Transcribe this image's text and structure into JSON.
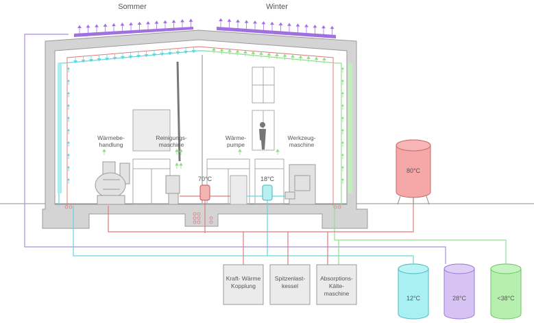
{
  "seasons": {
    "summer": "Sommer",
    "winter": "Winter"
  },
  "machines": {
    "heat_treatment": [
      "Wärmebe-",
      "handlung"
    ],
    "cleaning": [
      "Reinigungs-",
      "maschine"
    ],
    "heat_pump": [
      "Wärme-",
      "pumpe"
    ],
    "tool": [
      "Werkzeug-",
      "maschine"
    ]
  },
  "buffers": {
    "hot": "70°C",
    "cold": "18°C"
  },
  "supply_units": {
    "chp": [
      "Kraft- Wärme",
      "Kopplung"
    ],
    "peak_boiler": [
      "Spitzenlast-",
      "kessel"
    ],
    "absorption_chiller": [
      "Absorptions-",
      "Kälte-",
      "maschine"
    ]
  },
  "tanks": {
    "hot_storage": "80°C",
    "cold": "12°C",
    "mid": "28°C",
    "warm": "<38°C"
  },
  "colors": {
    "hot": "#e07a7a",
    "cold": "#5fd6dc",
    "mid": "#a98be0",
    "warm": "#8fe08a",
    "purple_panel": "#a070e0",
    "wall": "#d4d4d4",
    "wall_stroke": "#9a9a9a"
  }
}
